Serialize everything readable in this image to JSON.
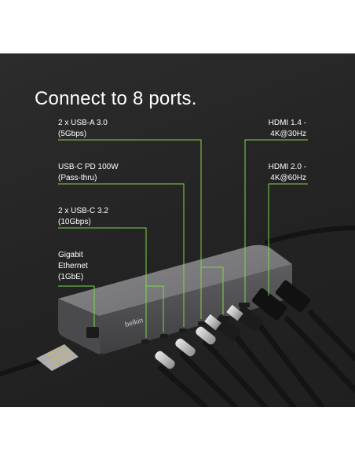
{
  "headline": "Connect to 8 ports.",
  "brand": "belkin",
  "colors": {
    "background": "#262626",
    "leader_line": "#7dd64a",
    "hub_body": "#6e6e70",
    "cable": "#1a1a1a"
  },
  "labels": {
    "usb_a": {
      "line1": "2 x USB-A 3.0",
      "line2": "(5Gbps)"
    },
    "usb_c_pd": {
      "line1": "USB-C PD 100W",
      "line2": "(Pass-thru)"
    },
    "usb_c_32": {
      "line1": "2 x USB-C 3.2",
      "line2": "(10Gbps)"
    },
    "ethernet": {
      "line1": "Gigabit",
      "line2": "Ethernet",
      "line3": "(1GbE)"
    },
    "hdmi_14": {
      "line1": "HDMI 1.4 -",
      "line2": "4K@30Hz"
    },
    "hdmi_20": {
      "line1": "HDMI 2.0 -",
      "line2": "4K@60Hz"
    }
  }
}
